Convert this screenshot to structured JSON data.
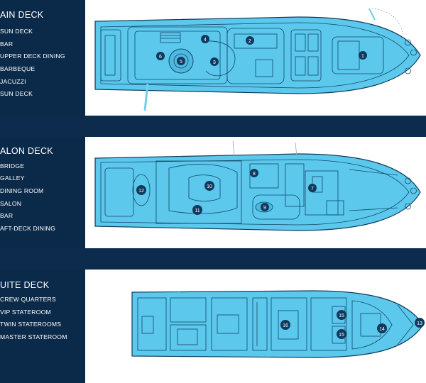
{
  "decks": [
    {
      "title": "AIN DECK",
      "items": [
        "SUN DECK",
        "BAR",
        "UPPER DECK DINING",
        "BARBEQUE",
        "JACUZZI",
        "SUN DECK"
      ],
      "markers": [
        "1",
        "2",
        "3",
        "4",
        "5",
        "6"
      ]
    },
    {
      "title": "ALON DECK",
      "items": [
        "BRIDGE",
        "GALLEY",
        "DINING ROOM",
        "SALON",
        "BAR",
        "AFT-DECK DINING"
      ],
      "markers": [
        "7",
        "8",
        "9",
        "10",
        "11",
        "12"
      ]
    },
    {
      "title": "UITE DECK",
      "items": [
        "CREW QUARTERS",
        "VIP STATEROOM",
        "TWIN STATEROOMS",
        "MASTER STATEROOM"
      ],
      "markers": [
        "13",
        "14",
        "15",
        "15",
        "16"
      ]
    }
  ],
  "colors": {
    "panel": "#0b2a4a",
    "hull": "#5cc8ec",
    "line": "#12486b",
    "marker": "#0f3a5e"
  }
}
